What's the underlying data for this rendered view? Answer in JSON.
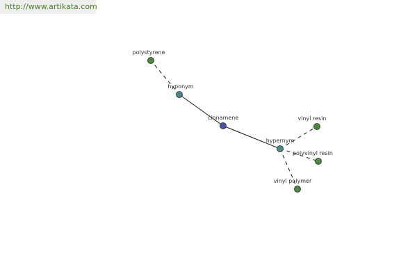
{
  "header": {
    "url": "http://www.artikata.com"
  },
  "colors": {
    "center_node": "#4b55a8",
    "relation_node": "#4a8a8a",
    "leaf_node": "#4e8a3e",
    "edge": "#111111",
    "url_text": "#4a7a2a"
  },
  "graph": {
    "center": {
      "id": "cinnamene",
      "label": "cinnamene"
    },
    "relations": [
      {
        "id": "hyponym",
        "label": "hyponym"
      },
      {
        "id": "hypernym",
        "label": "hypernym"
      }
    ],
    "terms": [
      {
        "id": "polystyrene",
        "label": "polystyrene",
        "relation": "hyponym"
      },
      {
        "id": "vinyl-resin",
        "label": "vinyl resin",
        "relation": "hypernym"
      },
      {
        "id": "polyvinyl-resin",
        "label": "polyvinyl resin",
        "relation": "hypernym"
      },
      {
        "id": "vinyl-polymer",
        "label": "vinyl polymer",
        "relation": "hypernym"
      }
    ]
  }
}
